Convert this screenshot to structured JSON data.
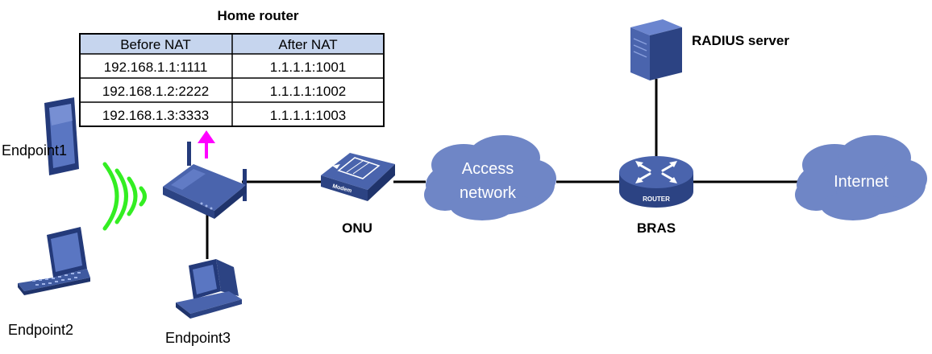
{
  "colors": {
    "device_blue": "#3f5aa0",
    "device_dark": "#243a7a",
    "cloud_fill": "#6f86c6",
    "table_header": "#c6d5ee",
    "wifi_green": "#33ee22",
    "arrow_magenta": "#ff00ff",
    "line": "#000000"
  },
  "nat_table": {
    "title": "Home router",
    "headers": [
      "Before NAT",
      "After NAT"
    ],
    "rows": [
      [
        "192.168.1.1:1111",
        "1.1.1.1:1001"
      ],
      [
        "192.168.1.2:2222",
        "1.1.1.1:1002"
      ],
      [
        "192.168.1.3:3333",
        "1.1.1.1:1003"
      ]
    ]
  },
  "devices": {
    "endpoint1": {
      "label": "Endpoint1",
      "icon": "tablet-icon"
    },
    "endpoint2": {
      "label": "Endpoint2",
      "icon": "laptop-icon"
    },
    "endpoint3": {
      "label": "Endpoint3",
      "icon": "desktop-pc-icon"
    },
    "home_router": {
      "icon": "wireless-router-icon"
    },
    "onu": {
      "label": "ONU",
      "icon": "modem-icon",
      "badge": "Modem"
    },
    "bras": {
      "label": "BRAS",
      "icon": "router-icon",
      "badge": "ROUTER"
    },
    "radius": {
      "label": "RADIUS server",
      "icon": "server-icon"
    }
  },
  "clouds": {
    "access": {
      "line1": "Access",
      "line2": "network"
    },
    "internet": {
      "label": "Internet"
    }
  }
}
